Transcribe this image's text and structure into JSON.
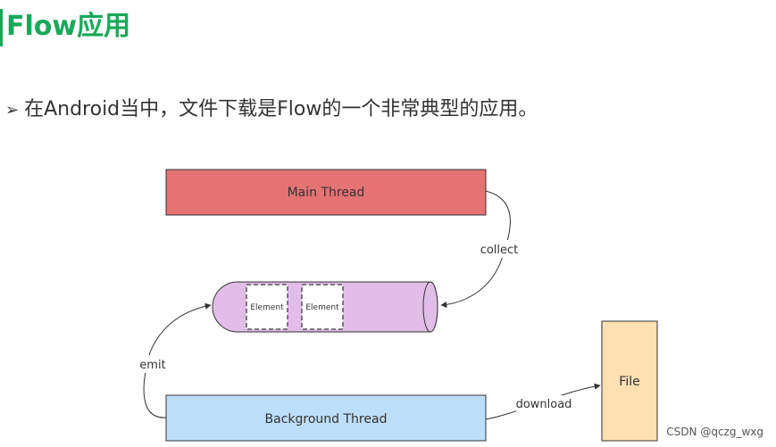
{
  "header": {
    "title": "Flow应用"
  },
  "bullet": {
    "marker": "➢",
    "text": "在Android当中，文件下载是Flow的一个非常典型的应用。"
  },
  "diagram": {
    "main_thread": "Main Thread",
    "background_thread": "Background Thread",
    "file": "File",
    "element_1": "Element",
    "element_2": "Element",
    "edge_collect": "collect",
    "edge_emit": "emit",
    "edge_download": "download"
  },
  "watermark": "CSDN @qczg_wxg",
  "colors": {
    "accent": "#19a85a",
    "main_thread_fill": "#e57373",
    "background_thread_fill": "#bbdefb",
    "pipe_fill": "#e1bee7",
    "file_fill": "#ffe0b2"
  }
}
